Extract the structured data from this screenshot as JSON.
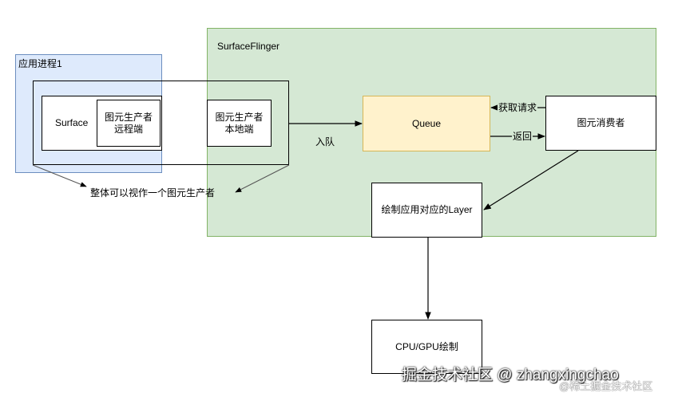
{
  "regions": {
    "surfaceflinger_label": "SurfaceFlinger",
    "app_process_label": "应用进程1"
  },
  "nodes": {
    "surface": "Surface",
    "remote_producer_line1": "图元生产者",
    "remote_producer_line2": "远程端",
    "local_producer_line1": "图元生产者",
    "local_producer_line2": "本地端",
    "queue": "Queue",
    "consumer": "图元消费者",
    "draw_layer": "绘制应用对应的Layer",
    "cpu_gpu": "CPU/GPU绘制"
  },
  "edges": {
    "enqueue": "入队",
    "acquire_request": "获取请求",
    "return": "返回",
    "whole_producer_note": "整体可以视作一个图元生产者"
  },
  "watermarks": {
    "main": "掘金技术社区 @ zhangxingchao",
    "corner": "@稀土掘金技术社区"
  },
  "colors": {
    "surfaceflinger_fill": "#d5e8d4",
    "surfaceflinger_stroke": "#82b366",
    "app_process_fill": "#dae8fc",
    "app_process_stroke": "#6c8ebf",
    "queue_fill": "#fff2cc",
    "queue_stroke": "#d6b656"
  }
}
